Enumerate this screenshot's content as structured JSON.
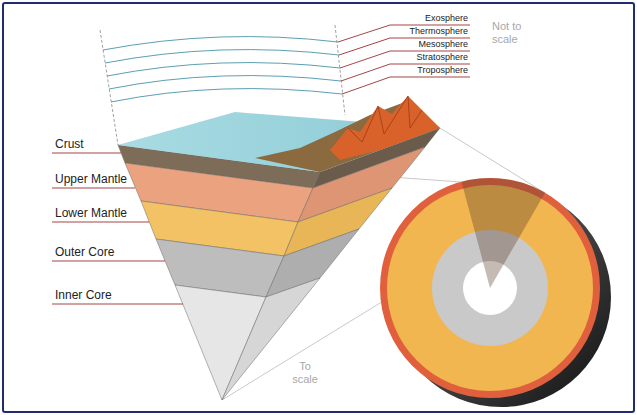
{
  "diagram": {
    "labels": [
      "Exosphere",
      "Thermosphere",
      "Mesosphere",
      "Stratosphere",
      "Troposphere",
      "Not to scale",
      "Crust",
      "Upper Mantle",
      "Lower Mantle",
      "Outer Core",
      "Inner Core",
      "To scale"
    ]
  }
}
